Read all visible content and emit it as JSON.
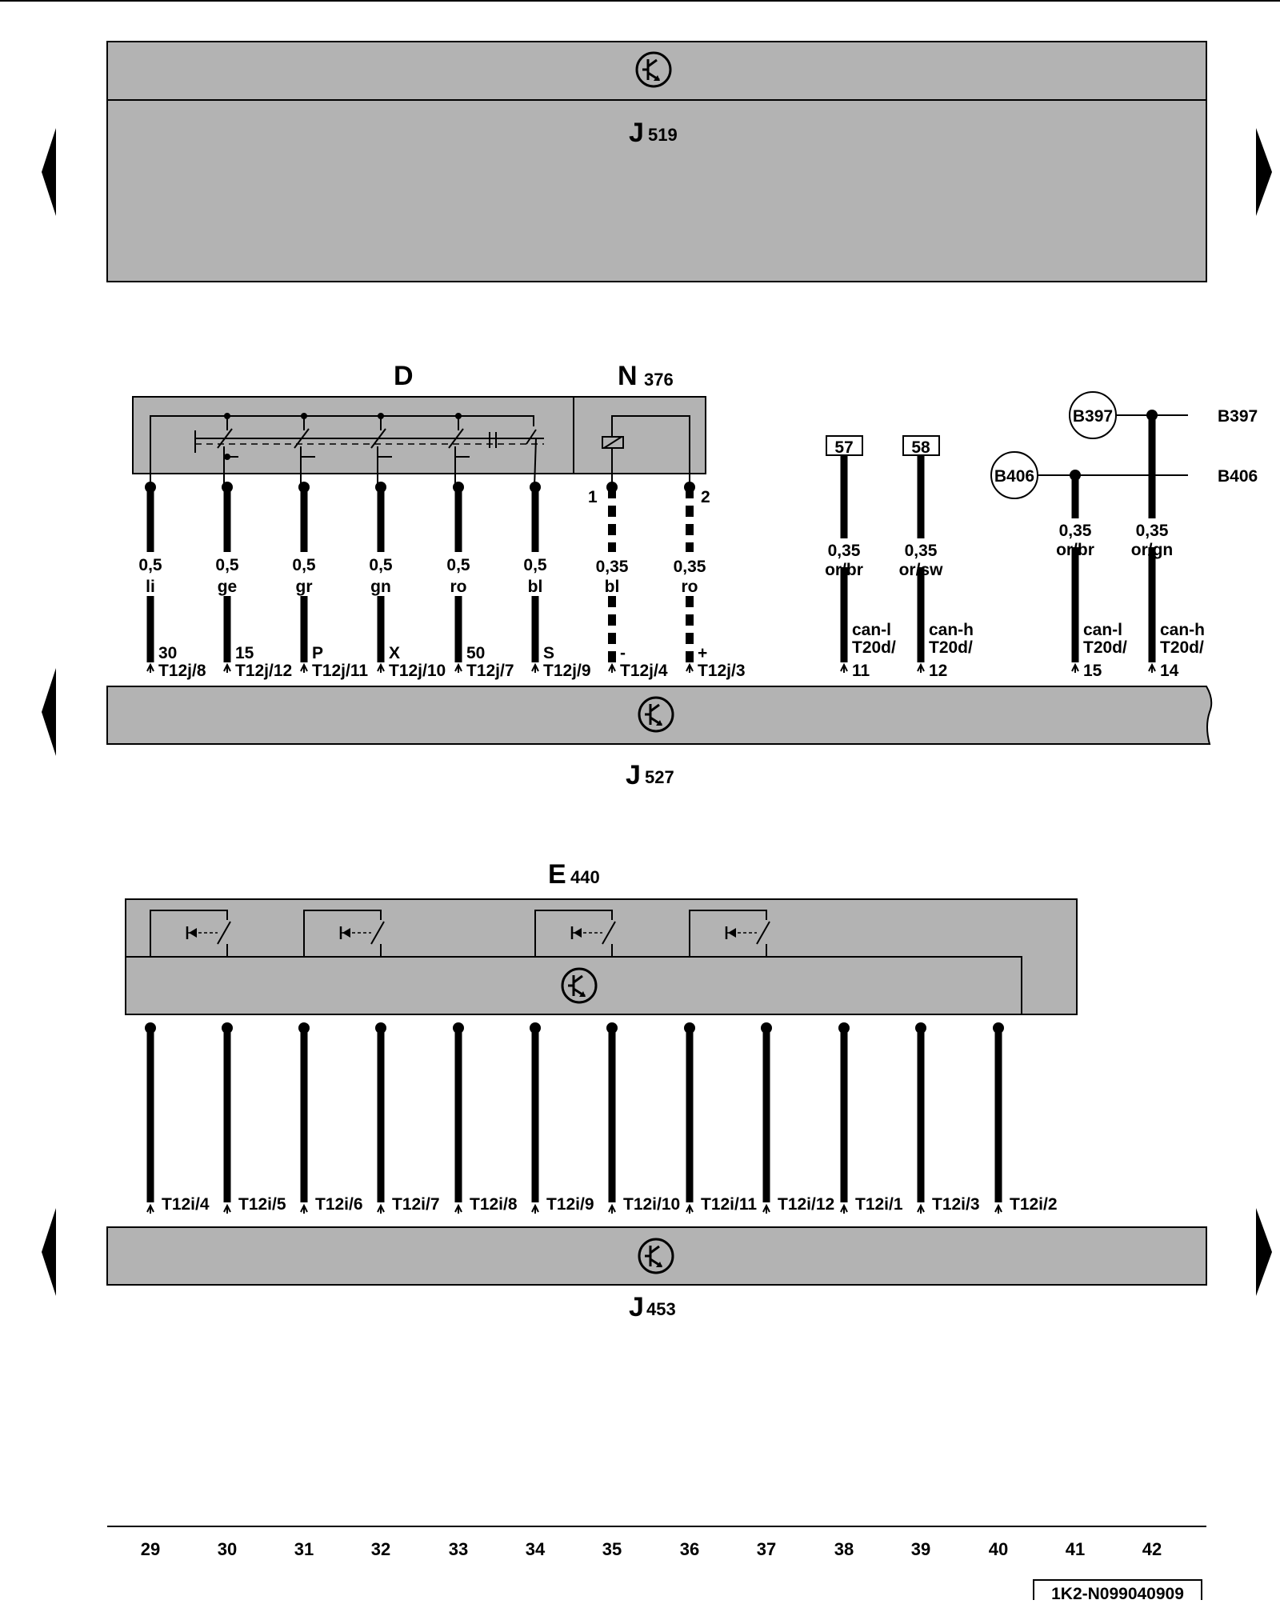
{
  "modules": {
    "j519": {
      "letter": "J",
      "num": "519"
    },
    "j527": {
      "letter": "J",
      "num": "527"
    },
    "j453": {
      "letter": "J",
      "num": "453"
    },
    "switch_d": {
      "letter": "D"
    },
    "n376": {
      "letter": "N",
      "num": "376"
    },
    "e440": {
      "letter": "E",
      "num": "440"
    }
  },
  "d_wires": [
    {
      "size": "0,5",
      "color": "li",
      "term": "30",
      "pin": "T12j/8"
    },
    {
      "size": "0,5",
      "color": "ge",
      "term": "15",
      "pin": "T12j/12"
    },
    {
      "size": "0,5",
      "color": "gr",
      "term": "P",
      "pin": "T12j/11"
    },
    {
      "size": "0,5",
      "color": "gn",
      "term": "X",
      "pin": "T12j/10"
    },
    {
      "size": "0,5",
      "color": "ro",
      "term": "50",
      "pin": "T12j/7"
    },
    {
      "size": "0,5",
      "color": "bl",
      "term": "S",
      "pin": "T12j/9"
    }
  ],
  "n376_wires": [
    {
      "size": "0,35",
      "color": "bl",
      "term": "-",
      "pin": "T12j/4",
      "contact": "1"
    },
    {
      "size": "0,35",
      "color": "ro",
      "term": "+",
      "pin": "T12j/3",
      "contact": "2"
    }
  ],
  "can_wires": [
    {
      "box": "57",
      "size": "0,35",
      "color": "or/br",
      "sig": "can-l",
      "pin1": "T20d/",
      "pin2": "11"
    },
    {
      "box": "58",
      "size": "0,35",
      "color": "or/sw",
      "sig": "can-h",
      "pin1": "T20d/",
      "pin2": "12"
    },
    {
      "node": "B406",
      "size": "0,35",
      "color": "or/br",
      "sig": "can-l",
      "pin1": "T20d/",
      "pin2": "15"
    },
    {
      "node": "B397",
      "size": "0,35",
      "color": "or/gn",
      "sig": "can-h",
      "pin1": "T20d/",
      "pin2": "14"
    }
  ],
  "e440_pins": [
    "T12i/4",
    "T12i/5",
    "T12i/6",
    "T12i/7",
    "T12i/8",
    "T12i/9",
    "T12i/10",
    "T12i/11",
    "T12i/12",
    "T12i/1",
    "T12i/3",
    "T12i/2"
  ],
  "grid": [
    "29",
    "30",
    "31",
    "32",
    "33",
    "34",
    "35",
    "36",
    "37",
    "38",
    "39",
    "40",
    "41",
    "42"
  ],
  "doc_code": "1K2-N099040909",
  "colors": {
    "module_fill": "#b3b3b3",
    "line": "#000000"
  }
}
